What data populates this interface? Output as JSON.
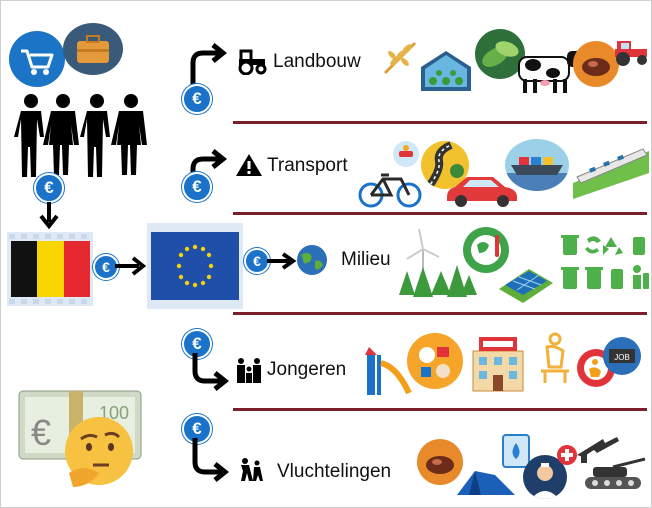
{
  "currency_symbol": "€",
  "categories": {
    "agriculture": "Landbouw",
    "transport": "Transport",
    "environment": "Milieu",
    "youth": "Jongeren",
    "refugees": "Vluchtelingen"
  },
  "colors": {
    "euro_blue": "#1a73c8",
    "eu_blue": "#1f4fa8",
    "eu_star": "#f6d10b",
    "separator": "#7a1f2a",
    "belgium": [
      "#000000",
      "#f8d400",
      "#e5292f"
    ]
  },
  "icon_names": [
    "shopping-cart-icon",
    "briefcase-icon",
    "people-icon",
    "belgian-flag-icon",
    "eu-flag-icon",
    "globe-icon",
    "tractor-icon",
    "warning-icon",
    "family-icon",
    "refugees-icon",
    "money-banknote-icon",
    "thinking-face-icon"
  ]
}
